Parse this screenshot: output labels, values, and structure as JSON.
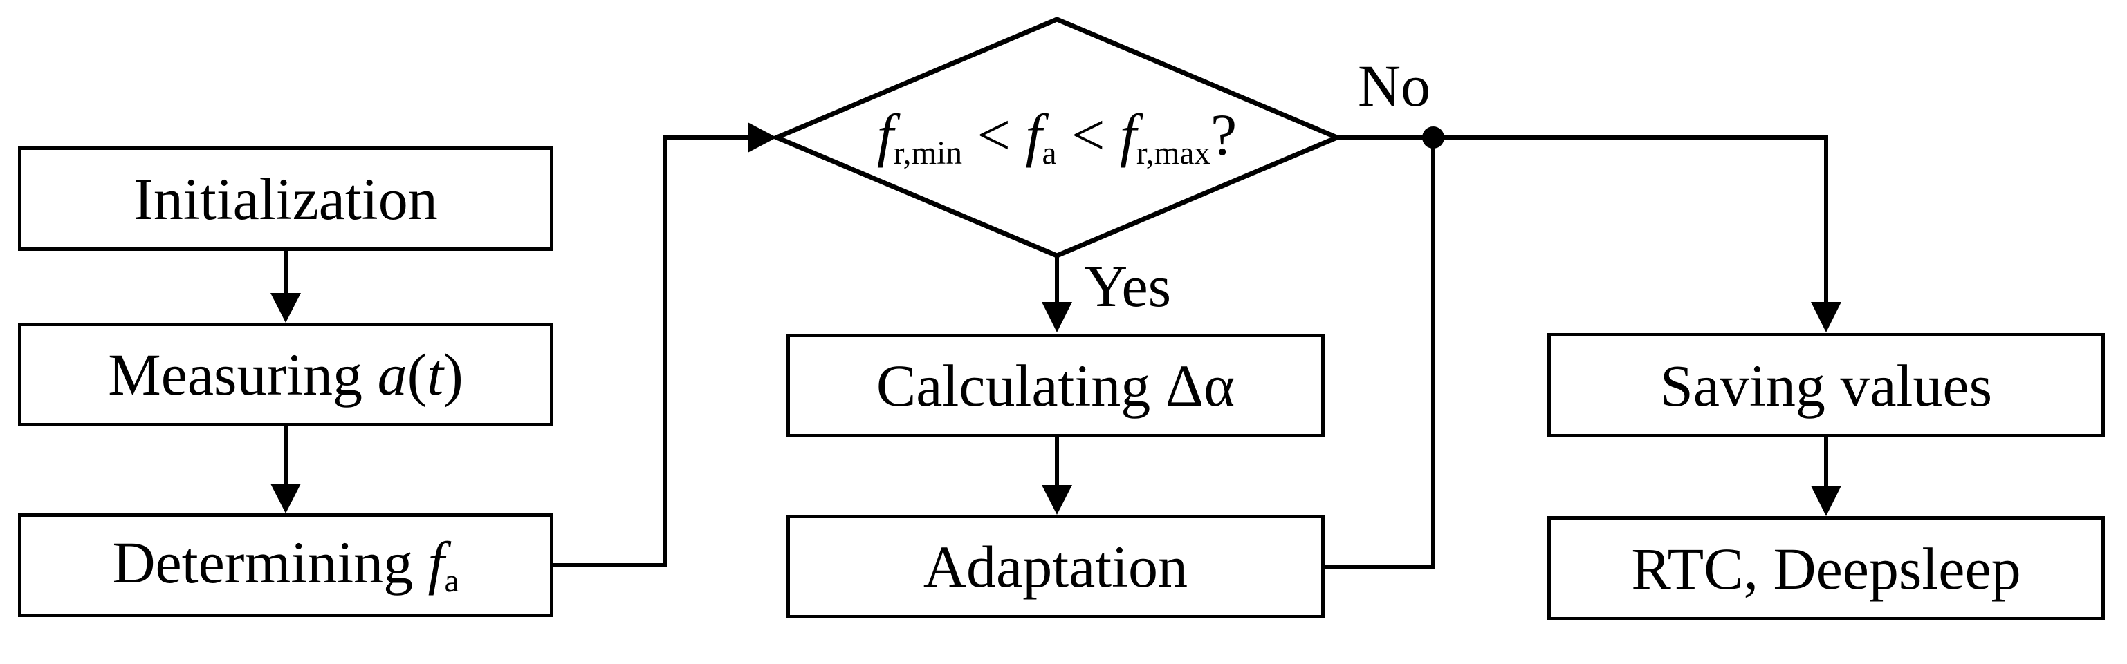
{
  "flowchart": {
    "colors": {
      "line": "#000000",
      "background": "#ffffff",
      "node_fill": "#ffffff",
      "text": "#000000"
    },
    "nodes": {
      "initialization": {
        "runs": [
          {
            "t": "Initialization"
          }
        ]
      },
      "measuring": {
        "runs": [
          {
            "t": "Measuring "
          },
          {
            "t": "a",
            "s": "i"
          },
          {
            "t": "("
          },
          {
            "t": "t",
            "s": "i"
          },
          {
            "t": ")"
          }
        ]
      },
      "determining": {
        "runs": [
          {
            "t": "Determining "
          },
          {
            "t": "f",
            "s": "i"
          },
          {
            "t": "a",
            "s": "sub"
          }
        ]
      },
      "decision": {
        "runs": [
          {
            "t": "f",
            "s": "i"
          },
          {
            "t": "r,min",
            "s": "sub"
          },
          {
            "t": " < "
          },
          {
            "t": "f",
            "s": "i"
          },
          {
            "t": "a",
            "s": "sub"
          },
          {
            "t": " < "
          },
          {
            "t": "f",
            "s": "i"
          },
          {
            "t": "r,max",
            "s": "sub"
          },
          {
            "t": "?"
          }
        ]
      },
      "calculating": {
        "runs": [
          {
            "t": "Calculating Δα"
          }
        ]
      },
      "adaptation": {
        "runs": [
          {
            "t": "Adaptation"
          }
        ]
      },
      "saving": {
        "runs": [
          {
            "t": "Saving values"
          }
        ]
      },
      "rtc": {
        "runs": [
          {
            "t": "RTC, Deepsleep"
          }
        ]
      }
    },
    "branch_labels": {
      "yes": "Yes",
      "no": "No"
    }
  }
}
